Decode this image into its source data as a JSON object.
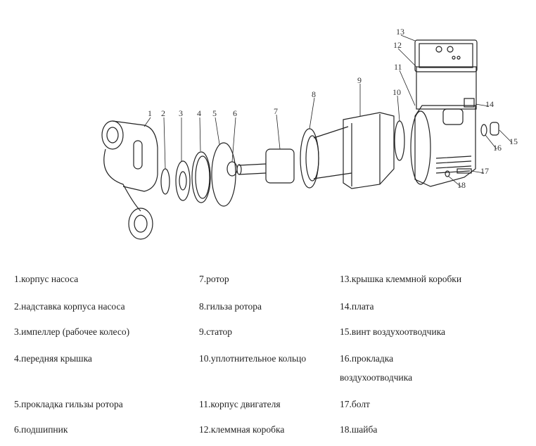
{
  "callouts": [
    "1",
    "2",
    "3",
    "4",
    "5",
    "6",
    "7",
    "8",
    "9",
    "10",
    "11",
    "12",
    "13",
    "14",
    "15",
    "16",
    "17",
    "18"
  ],
  "legend": {
    "col1": [
      "1.корпус насоса",
      "2.надставка корпуса насоса",
      "3.импеллер (рабочее колесо)",
      "4.передняя крышка",
      "5.прокладка гильзы ротора",
      "6.подшипник"
    ],
    "col2": [
      "7.ротор",
      "8.гильза ротора",
      "9.статор",
      "10.уплотнительное кольцо",
      "11.корпус двигателя",
      "12.клеммная коробка"
    ],
    "col3": [
      "13.крышка клеммной коробки",
      "14.плата",
      "15.винт воздухоотводчика",
      "16.прокладка",
      "воздухоотводчика",
      "17.болт",
      "18.шайба"
    ]
  }
}
